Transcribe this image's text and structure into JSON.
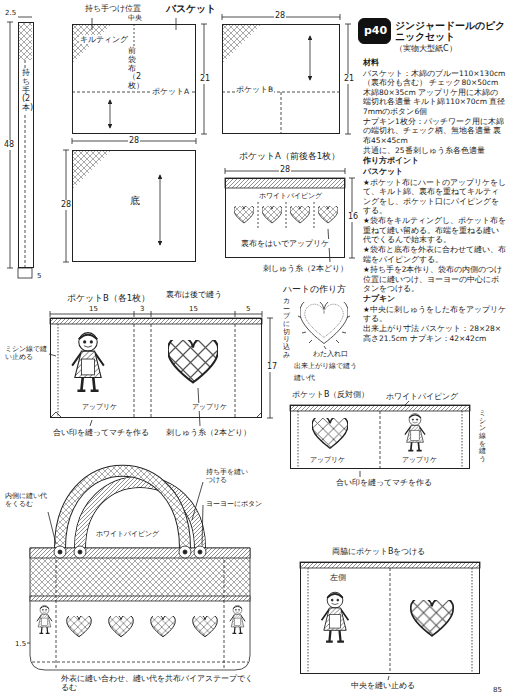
{
  "diagram": {
    "title": "ジンジャードールのピクニックセット",
    "nodes": [
      {
        "text": [
          "持ち手(2本)"
        ]
      },
      {
        "text": [
          "キルティング",
          "前袋布（2枚）",
          "ポケットA"
        ]
      },
      {
        "text": [
          "ポケットB"
        ]
      },
      {
        "text": [
          "p40"
        ]
      },
      {
        "text": [
          "底"
        ]
      },
      {
        "text": [
          "ポケットA（前後各1枚）",
          "ホワイトパイピング",
          "裏布をはいでアップリケ"
        ]
      },
      {
        "text": [
          "ポケットB（各1枚）",
          "アップリケ",
          "アップリケ"
        ]
      },
      {
        "text": [
          "ハートの作り方"
        ]
      },
      {
        "text": [
          "ポケットB（反対側）",
          "アップリケ",
          "アップリケ"
        ]
      },
      {
        "text": [
          "両脇にポケットBをつける",
          "左側"
        ]
      }
    ],
    "labels": [
      "（実物大型紙C）",
      "材料",
      "バスケット：木綿のブルー110×130cm（裏布分も含む） チェック80×50cm 木綿80×35cm アップリケ用に木綿の端切れ各適量 キルト綿110×70cm 直径7mmのボタン6個",
      "ナプキン1枚分：パッチワーク用に木綿の端切れ、チェック柄、無地各適量 裏布45×45cm",
      "共通に、25番刺しゅう糸各色適量",
      "作り方ポイント",
      "バスケット",
      "★ポケット布にハートのアップリケをして、キルト綿、裏布を重ねてキルティングをし、ポケット口にパイピングをする。",
      "★袋布をキルティングし、ポケット布を重ねて縫い留める。布端を重ねる縫い代でくるんで始末する。",
      "★袋布と底布を外表に合わせて縫い、布端をパイピングする。",
      "★持ち手を2本作り、袋布の内側のつけ位置に縫いつけ、ヨーヨーの中心にボタンをつける。",
      "ナプキン",
      "★中央に刺しゅうをした布をアップリケする。",
      "出来上がり寸法 バスケット：28×28×高さ21.5cm ナプキン：42×42cm",
      "バスケット",
      "持ち手つけ位置",
      "中央",
      "2.5",
      "48",
      "5",
      "28",
      "21",
      "28",
      "21",
      "28",
      "28",
      "16",
      "刺しゅう糸（2本どり）",
      "15",
      "3",
      "15",
      "5",
      "裏布は後で縫う",
      "17",
      "ミシン線で縫い止める",
      "合い印を縫ってマチを作る",
      "刺しゅう糸（2本どり）",
      "カーブに切り込み",
      "わた入れ口",
      "出来上がり線で縫う",
      "縫い代",
      "ホワイトパイピング",
      "ミシン線を縫う",
      "合い印を縫ってマチを作る",
      "持ち手を縫いつける",
      "ヨーヨーにボタン",
      "内側に縫い代をくるむ",
      "ホワイトパイピング",
      "1.5",
      "外表に縫い合わせ、縫い代を共布バイアステープでくるむ",
      "中央を縫い止める",
      "85"
    ]
  }
}
